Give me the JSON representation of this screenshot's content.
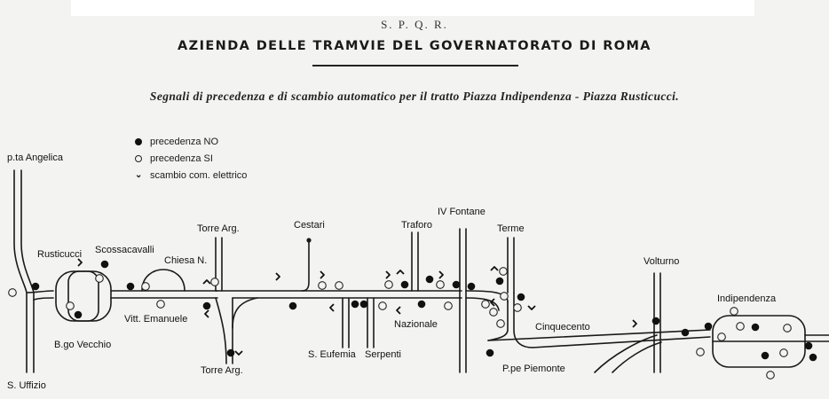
{
  "header": {
    "line1": "S. P. Q. R.",
    "line2": "AZIENDA DELLE TRAMVIE DEL GOVERNATORATO DI ROMA",
    "subtitle": "Segnali di precedenza e di scambio automatico per il tratto Piazza Indipendenza - Piazza Rusticucci."
  },
  "legend": {
    "filled": "precedenza NO",
    "hollow": "precedenza SI",
    "switch": "scambio com. elettrico"
  },
  "stations": {
    "pta_angelica": "p.ta Angelica",
    "rusticucci": "Rusticucci",
    "scossacavalli": "Scossacavalli",
    "chiesa_nuova": "Chiesa N.",
    "torre_arg_top": "Torre Arg.",
    "cestari": "Cestari",
    "traforo": "Traforo",
    "iv_fontane": "IV Fontane",
    "terme": "Terme",
    "volturno": "Volturno",
    "indipendenza": "Indipendenza",
    "vitt_emanuele": "Vitt. Emanuele",
    "bgo_vecchio": "B.go Vecchio",
    "s_uffizio": "S. Uffizio",
    "torre_arg_bottom": "Torre Arg.",
    "s_eufemia": "S. Eufemia",
    "serpenti": "Serpenti",
    "nazionale": "Nazionale",
    "cinquecento": "Cinquecento",
    "ppe_piemonte": "P.pe Piemonte"
  },
  "signals": {
    "filled": [
      [
        40,
        323
      ],
      [
        88,
        355
      ],
      [
        118,
        298
      ],
      [
        147,
        323
      ],
      [
        233,
        345
      ],
      [
        260,
        398
      ],
      [
        330,
        345
      ],
      [
        400,
        343
      ],
      [
        410,
        343
      ],
      [
        456,
        321
      ],
      [
        475,
        343
      ],
      [
        484,
        315
      ],
      [
        514,
        321
      ],
      [
        531,
        323
      ],
      [
        563,
        317
      ],
      [
        587,
        335
      ],
      [
        552,
        398
      ],
      [
        739,
        362
      ],
      [
        772,
        375
      ],
      [
        798,
        368
      ],
      [
        851,
        369
      ],
      [
        862,
        401
      ],
      [
        911,
        390
      ],
      [
        916,
        403
      ]
    ],
    "hollow": [
      [
        14,
        330
      ],
      [
        79,
        345
      ],
      [
        112,
        314
      ],
      [
        164,
        323
      ],
      [
        181,
        343
      ],
      [
        242,
        318
      ],
      [
        363,
        322
      ],
      [
        382,
        322
      ],
      [
        431,
        345
      ],
      [
        438,
        321
      ],
      [
        496,
        321
      ],
      [
        505,
        345
      ],
      [
        547,
        343
      ],
      [
        556,
        352
      ],
      [
        567,
        306
      ],
      [
        568,
        334
      ],
      [
        564,
        365
      ],
      [
        583,
        347
      ],
      [
        789,
        397
      ],
      [
        813,
        380
      ],
      [
        827,
        351
      ],
      [
        834,
        368
      ],
      [
        883,
        398
      ],
      [
        887,
        370
      ],
      [
        868,
        423
      ]
    ],
    "switch_marks": [
      [
        233,
        318,
        "^"
      ],
      [
        233,
        354,
        "<"
      ],
      [
        269,
        398,
        "v"
      ],
      [
        313,
        312,
        ">"
      ],
      [
        363,
        310,
        ">"
      ],
      [
        374,
        347,
        "<"
      ],
      [
        437,
        310,
        ">"
      ],
      [
        451,
        307,
        "^"
      ],
      [
        449,
        350,
        "<"
      ],
      [
        497,
        310,
        ">"
      ],
      [
        557,
        303,
        "^"
      ],
      [
        555,
        341,
        "<"
      ],
      [
        599,
        347,
        "v"
      ],
      [
        715,
        365,
        ">"
      ],
      [
        90,
        296,
        ">"
      ]
    ]
  }
}
